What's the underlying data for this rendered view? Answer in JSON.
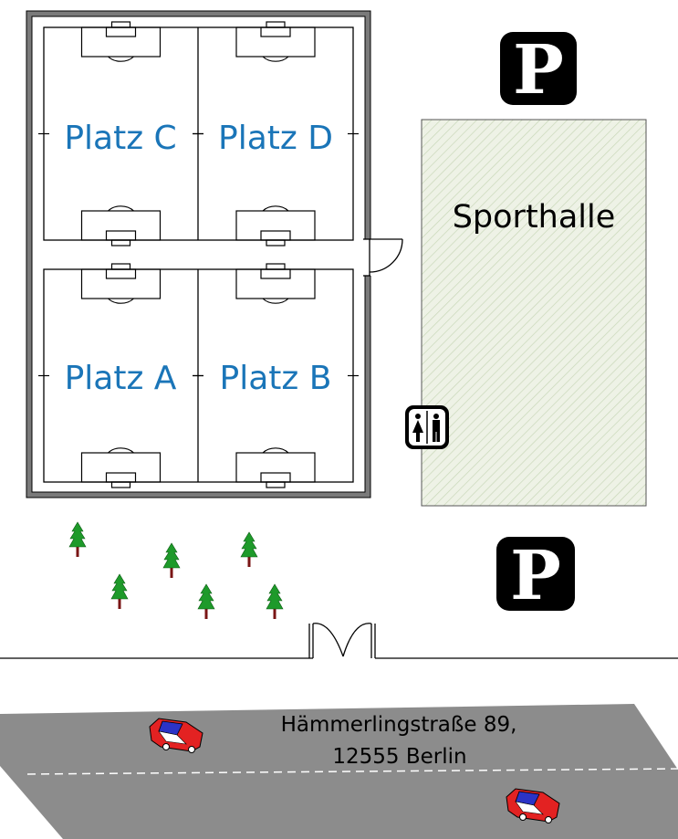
{
  "fields": {
    "c": "Platz C",
    "d": "Platz D",
    "a": "Platz A",
    "b": "Platz B"
  },
  "sports_hall": "Sporthalle",
  "parking_top": "P",
  "parking_bottom": "P",
  "address": {
    "line1": "Hämmerlingstraße 89,",
    "line2": "12555 Berlin"
  },
  "colors": {
    "field_label": "#1a75b8",
    "hall_fill": "#eef2e6",
    "hall_hatch": "#c9d8b9",
    "road": "#8c8c8c",
    "tree": "#1e9a2a",
    "trunk": "#7a1515",
    "car_body": "#e32222",
    "car_roof": "#2b33c6"
  },
  "icons": [
    "parking-icon",
    "restroom-icon",
    "tree-icon",
    "car-icon",
    "gate-icon",
    "door-icon"
  ]
}
